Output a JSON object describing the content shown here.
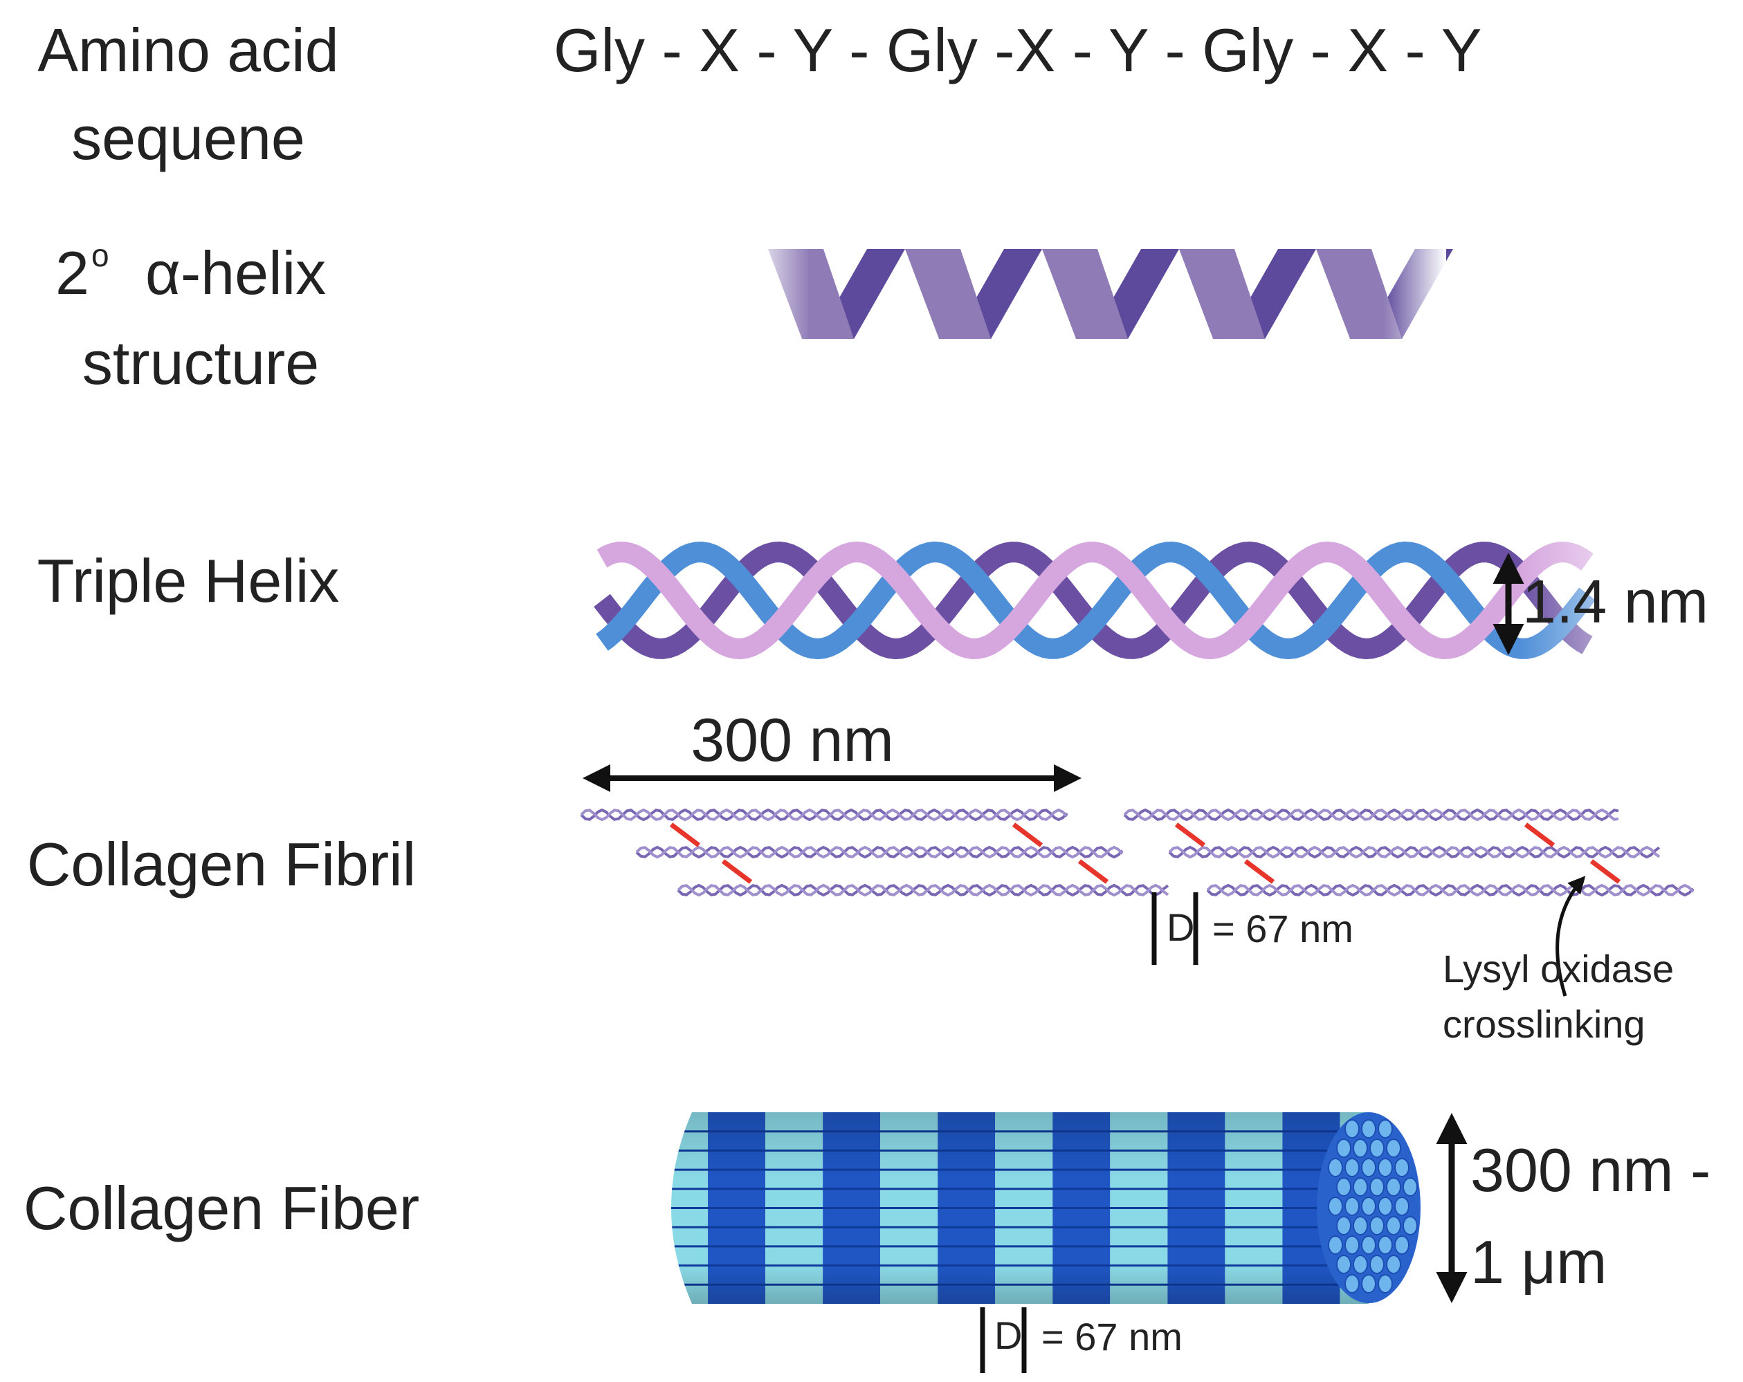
{
  "rows": {
    "sequence": {
      "label_line1": "Amino acid",
      "label_line2": "sequene",
      "value": "Gly - X - Y - Gly -X - Y - Gly - X - Y"
    },
    "secondary": {
      "label_prefix": "2",
      "label_degree": "o",
      "label_line1_rest": "α-helix",
      "label_line2": "structure"
    },
    "triple_helix": {
      "label": "Triple Helix",
      "diameter": "1.4 nm"
    },
    "fibril": {
      "label": "Collagen Fibril",
      "length": "300 nm",
      "d_letter": "D",
      "d_value": "= 67 nm",
      "crosslink_line1": "Lysyl oxidase",
      "crosslink_line2": "crosslinking"
    },
    "fiber": {
      "label": "Collagen Fiber",
      "diameter_line1": "300 nm -",
      "diameter_line2": "1 μm",
      "d_letter": "D",
      "d_value": "= 67 nm"
    }
  },
  "colors": {
    "helix_dark": "#5e4a9c",
    "helix_light": "#8f7cb6",
    "strand_pink": "#d6a6df",
    "strand_blue": "#4f8fd8",
    "strand_purple": "#6a4fa3",
    "crosslink": "#e8352b",
    "fiber_dark": "#1f56c4",
    "fiber_light": "#8ad9e6",
    "arrow": "#111111"
  }
}
